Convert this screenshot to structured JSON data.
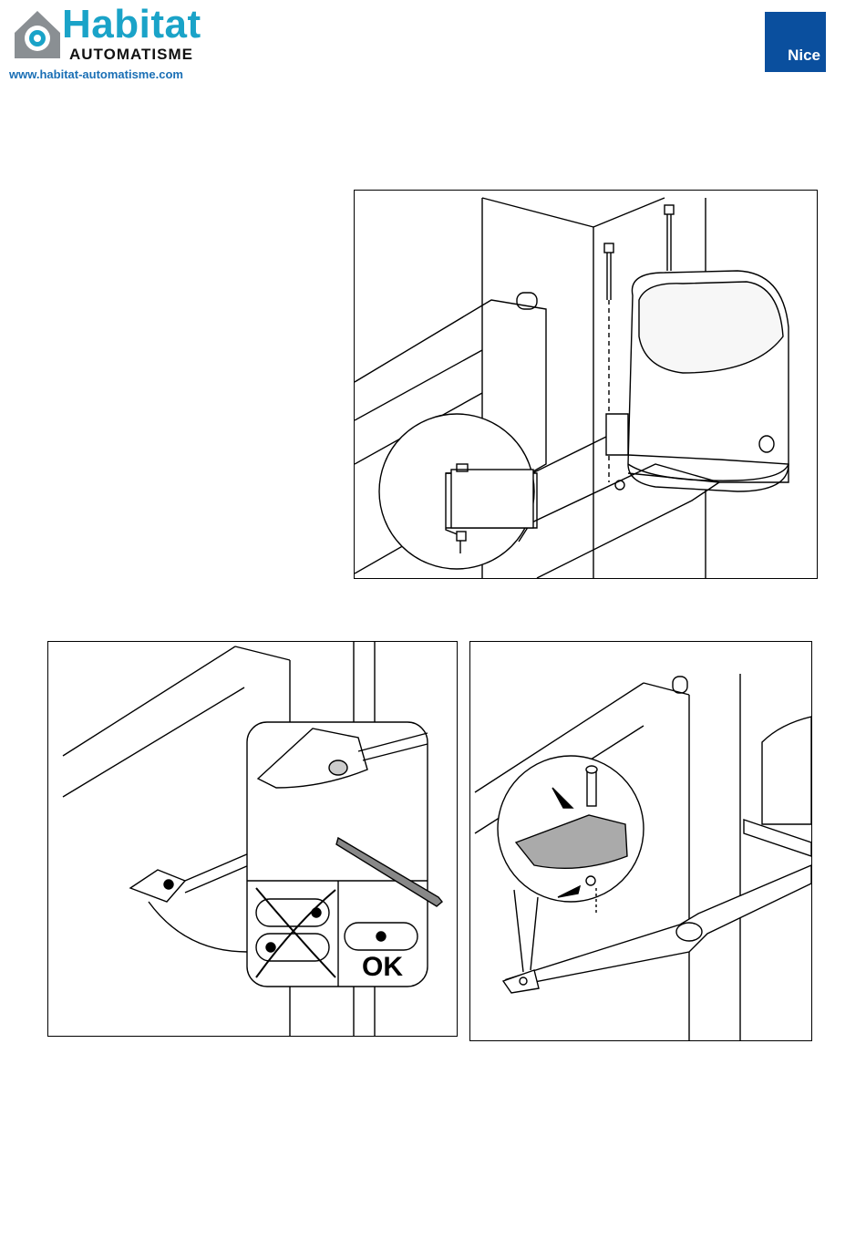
{
  "header": {
    "brand_title": "Habitat",
    "brand_subtitle": "AUTOMATISME",
    "brand_url": "www.habitat-automatisme.com",
    "nice_logo": "Nice",
    "colors": {
      "brand": "#1aa3c8",
      "url": "#1a6fb5",
      "nice_bg": "#0a4f9e"
    }
  },
  "figures": {
    "fig2": {
      "ok_label": "OK"
    }
  }
}
